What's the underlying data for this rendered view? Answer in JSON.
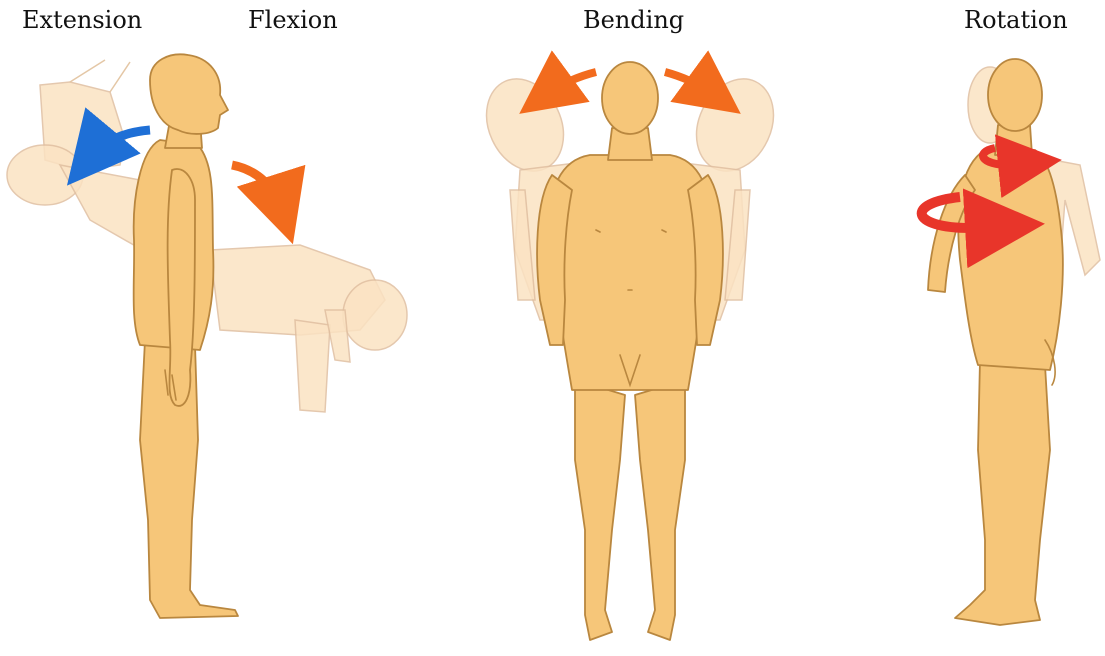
{
  "labels": {
    "extension": "Extension",
    "flexion": "Flexion",
    "bending": "Bending",
    "rotation": "Rotation"
  },
  "colors": {
    "skin": "#F6C679",
    "ghost": "#FBE3C3",
    "extension_arrow": "#1E6FD6",
    "flexion_arrow": "#F26B1D",
    "bending_arrow": "#F26B1D",
    "rotation_arrow": "#E8352A"
  }
}
